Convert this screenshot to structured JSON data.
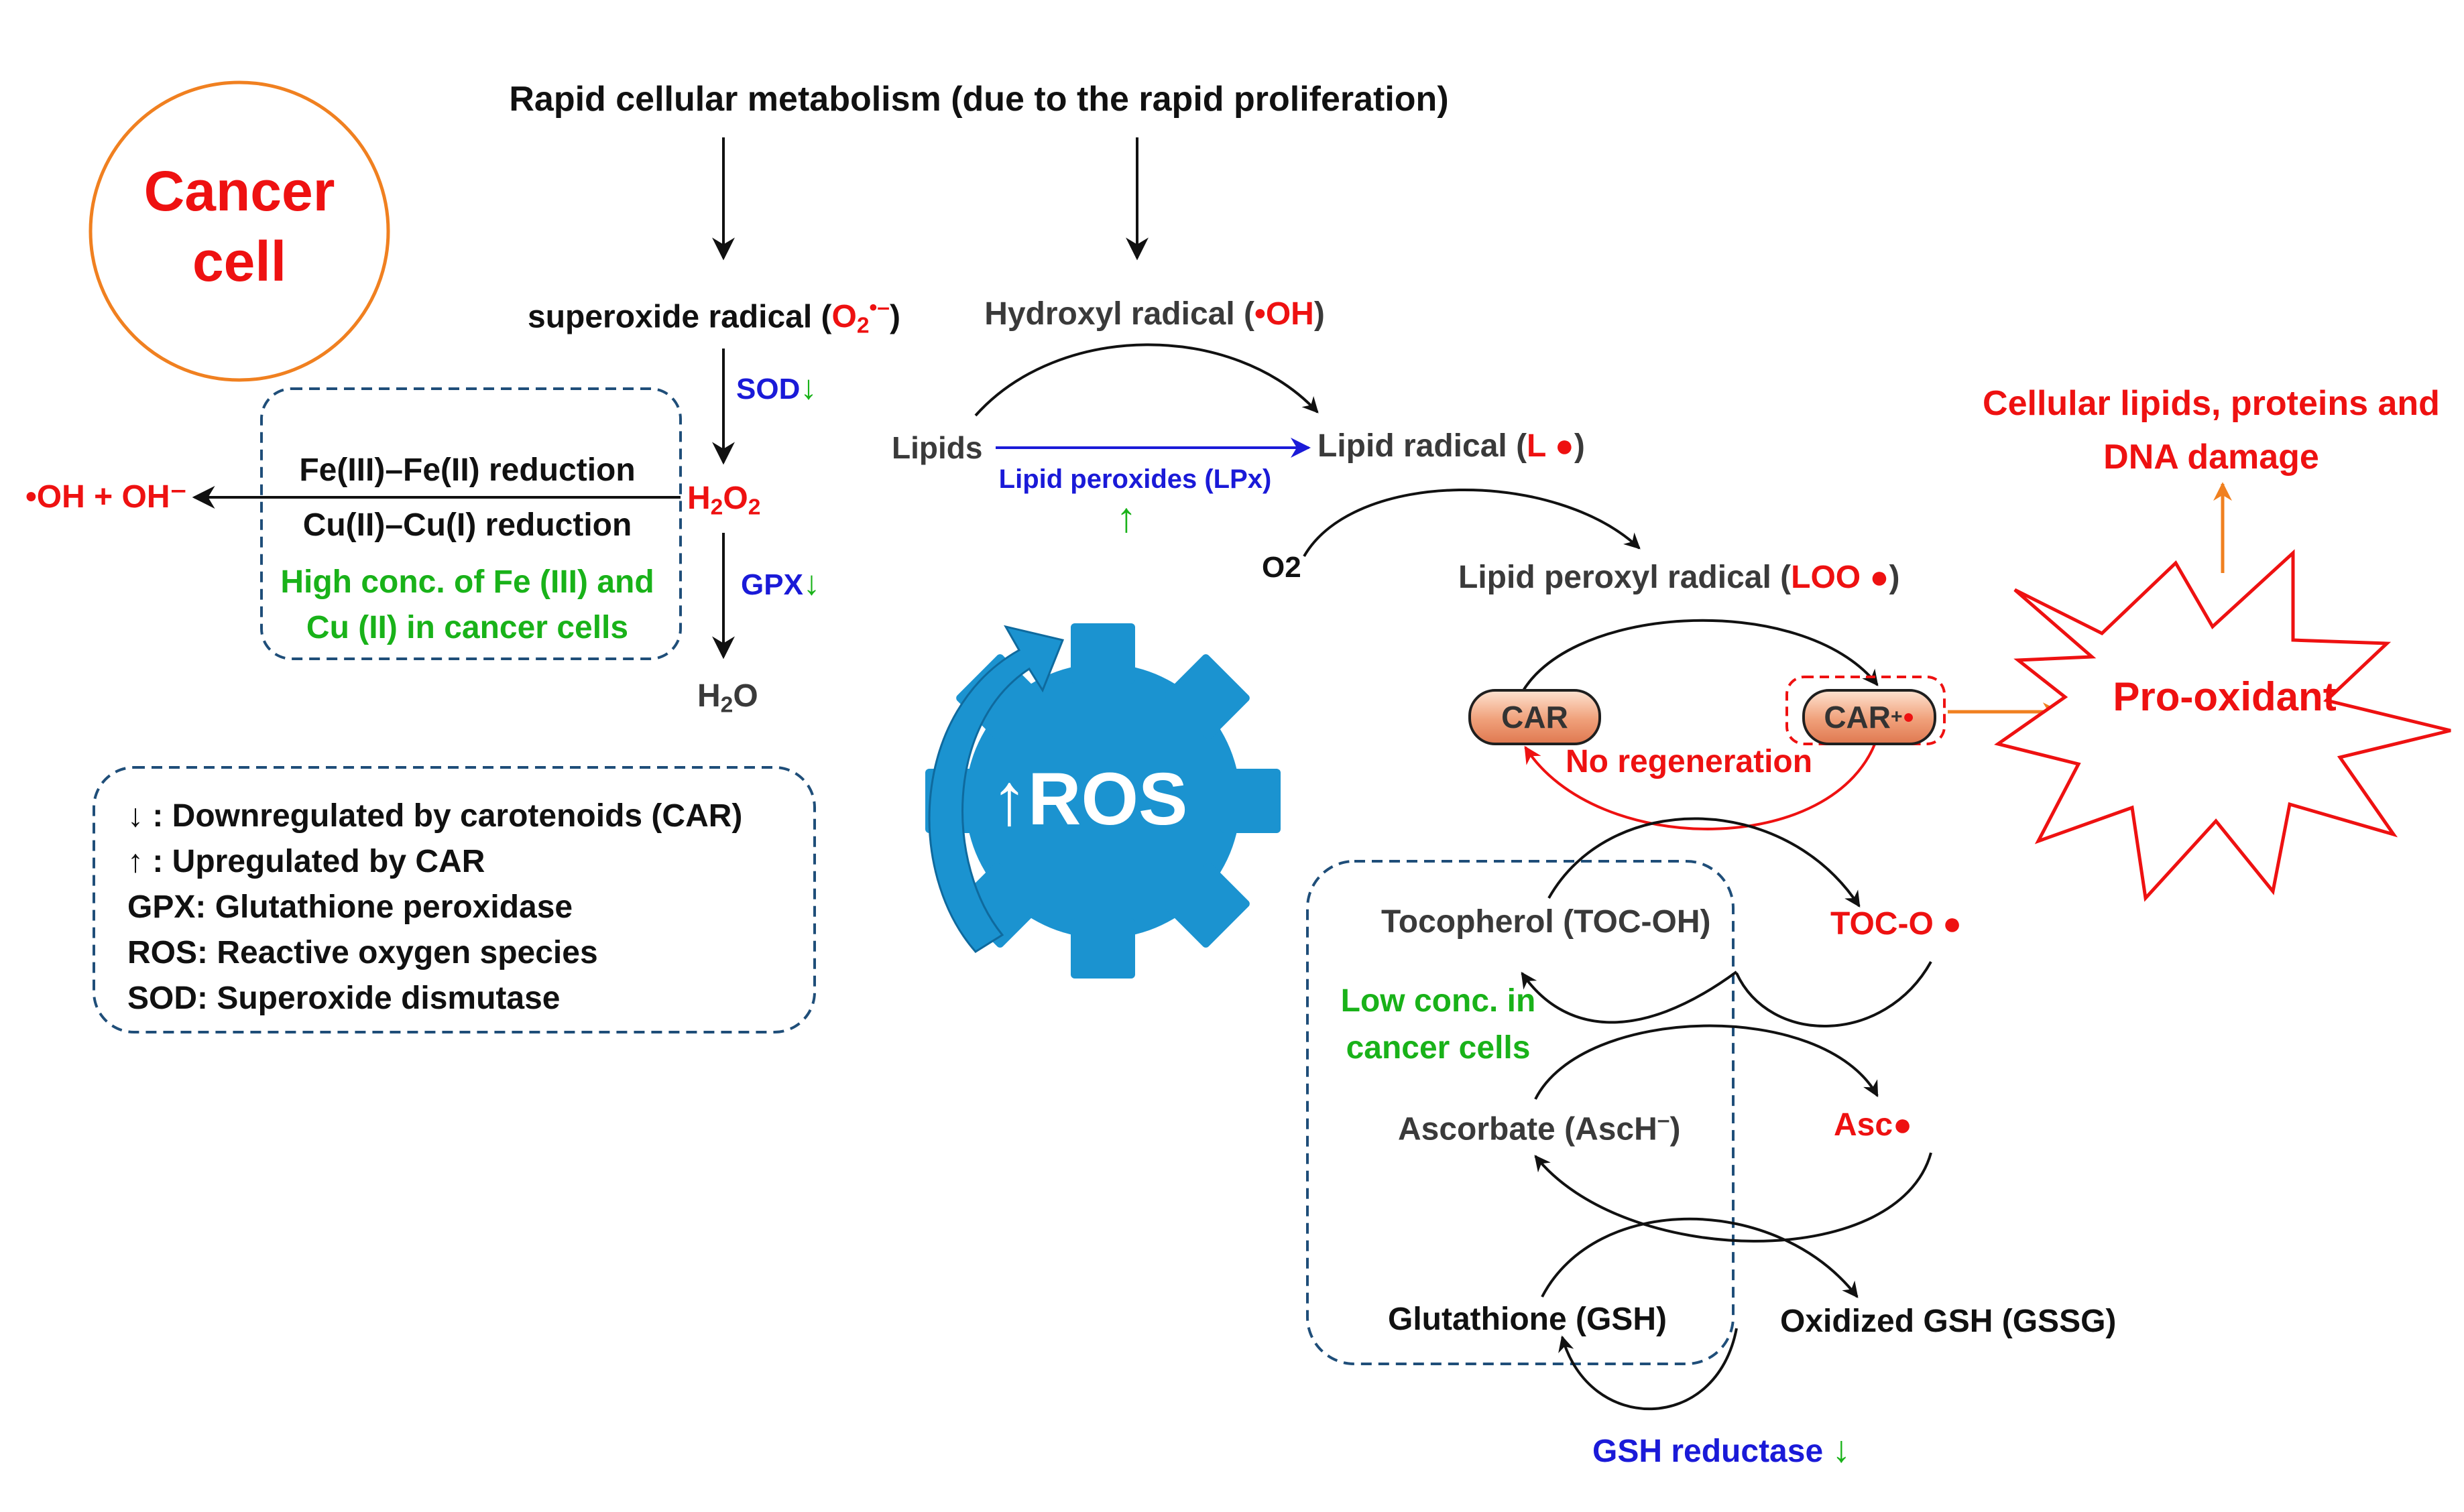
{
  "title": "Rapid cellular metabolism (due to the rapid proliferation)",
  "cancer_cell_line1": "Cancer",
  "cancer_cell_line2": "cell",
  "superoxide": {
    "text": "superoxide radical (",
    "species": "O",
    "sub": "2",
    "sup": "•–",
    "close": ")"
  },
  "hydroxyl": {
    "text": "Hydroxyl radical (",
    "species": "•OH",
    "close": ")"
  },
  "sod": "SOD",
  "gpx": "GPX",
  "h2o2": {
    "h": "H",
    "s1": "2",
    "o": "O",
    "s2": "2"
  },
  "h2o": {
    "h": "H",
    "s": "2",
    "o": "O"
  },
  "metal_box": {
    "fe": "Fe(III)–Fe(II) reduction",
    "cu": "Cu(II)–Cu(I) reduction",
    "note_line1": "High conc. of Fe (III) and",
    "note_line2": "Cu (II) in cancer cells"
  },
  "oh_products": "•OH + OH⁻",
  "lipids": "Lipids",
  "lipid_peroxides": "Lipid peroxides (LPx)",
  "lipid_radical": {
    "text": "Lipid radical (",
    "species": "L",
    "close": ")"
  },
  "o2": "O2",
  "lipid_peroxyl": {
    "text": "Lipid peroxyl radical (",
    "species": "LOO",
    "close": ")"
  },
  "car": "CAR",
  "car_radical": {
    "base": "CAR",
    "sup": "+"
  },
  "no_regeneration": "No regeneration",
  "pro_oxidant": "Pro-oxidant",
  "damage_line1": "Cellular lipids, proteins and",
  "damage_line2": "DNA damage",
  "ros": "ROS",
  "tocopherol": "Tocopherol (TOC-OH)",
  "toc_radical": "TOC-O",
  "low_conc_line1": "Low conc. in",
  "low_conc_line2": "cancer cells",
  "ascorbate": {
    "text": "Ascorbate (AscH",
    "sup": "–",
    "close": ")"
  },
  "asc_radical": "Asc",
  "glutathione": "Glutathione (GSH)",
  "gssg": "Oxidized GSH (GSSG)",
  "gsh_reductase": "GSH reductase",
  "legend": [
    "↓ : Downregulated by carotenoids (CAR)",
    "↑ : Upregulated by CAR",
    "GPX: Glutathione peroxidase",
    "ROS: Reactive oxygen species",
    "SOD: Superoxide dismutase"
  ],
  "arrows": {
    "down": "↓",
    "up": "↑"
  },
  "colors": {
    "red": "#ee1111",
    "blue": "#1a1ad8",
    "green": "#19b219",
    "orange": "#f08020",
    "box_blue": "#1f4e79",
    "ros_blue": "#1b93d0"
  }
}
